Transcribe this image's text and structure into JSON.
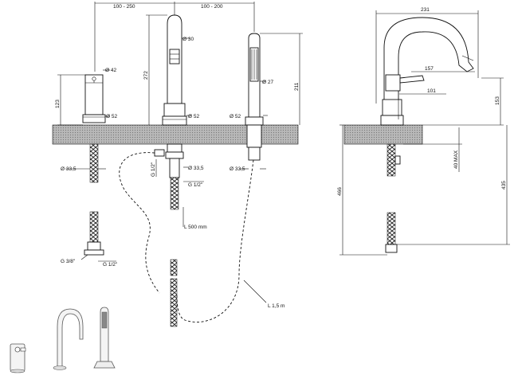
{
  "dims": {
    "spacing_left": "100 - 250",
    "spacing_right": "100 - 200",
    "mixer_dia": "Ø 42",
    "mixer_base_dia": "Ø 52",
    "mixer_height": "123",
    "spout_dia": "Ø 30",
    "spout_base_dia": "Ø 52",
    "spout_height": "272",
    "shower_dia": "Ø 27",
    "shower_base_dia": "Ø 52",
    "shower_height": "211",
    "hole_left": "Ø 33,5",
    "hole_center": "Ø 33,5",
    "hole_right": "Ø 33,5",
    "thread_g12_vert": "G 1/2\"",
    "thread_center": "G 1/2\"",
    "hose_len": "L 500 mm",
    "thread_g38": "G 3/8\"",
    "thread_left_bottom": "G 1/2\"",
    "shower_hose": "L 1,5 m",
    "side_width": "231",
    "side_reach": "157",
    "side_handle": "101",
    "side_height": "153",
    "side_max": "40 MAX",
    "side_below": "435",
    "side_total": "466"
  }
}
